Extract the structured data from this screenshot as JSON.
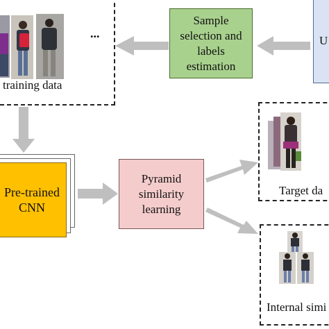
{
  "labels": {
    "training_data": "training data",
    "ellipsis": "...",
    "sample_selection": "Sample selection and labels estimation",
    "unlabeled_partial": "U",
    "pretrained_cnn": "Pre-trained CNN",
    "pyramid_similarity": "Pyramid similarity learning",
    "target_data": "Target da",
    "internal_similarity": "Internal simi"
  },
  "colors": {
    "sample_box_fill": "#a9d18e",
    "cnn_fill": "#ffc000",
    "pyramid_fill": "#f4cccc",
    "partial_box_fill": "#dae3f3",
    "arrow": "#bfbfbf"
  }
}
